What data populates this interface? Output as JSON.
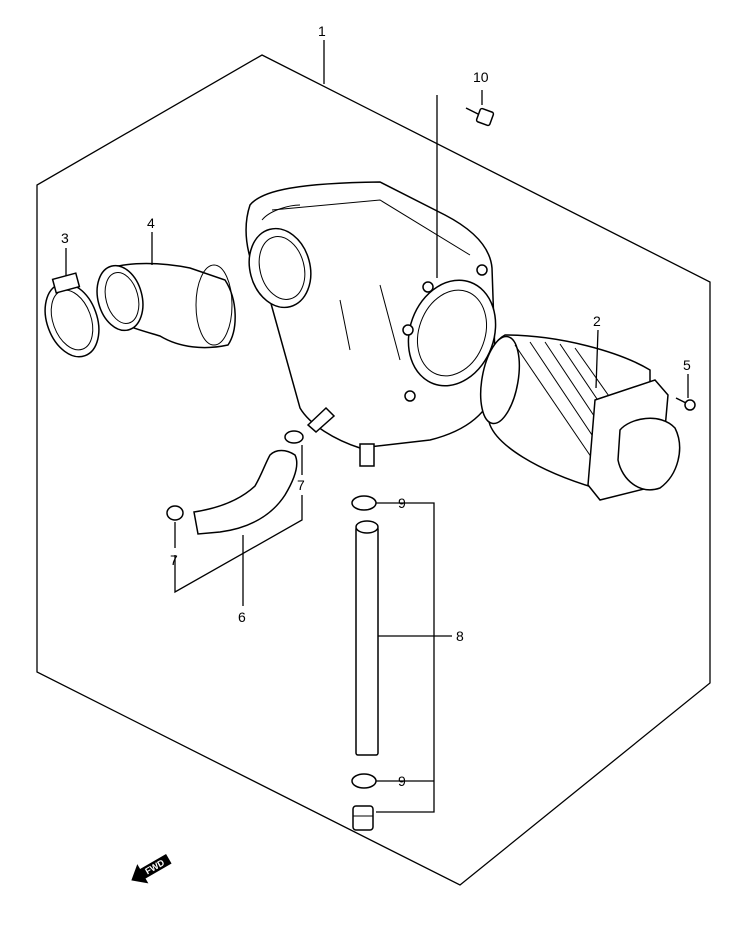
{
  "callouts": {
    "air_cleaner_assembly": "1",
    "element": "2",
    "clamp": "3",
    "inlet_tube": "4",
    "screw": "5",
    "breather_hose": "6",
    "hose_clip_upper": "7",
    "hose_clip_lower": "7",
    "drain_tube": "8",
    "drain_clip_upper": "9",
    "drain_clip_lower": "9",
    "bolt": "10"
  },
  "fwd_badge": "FWD"
}
